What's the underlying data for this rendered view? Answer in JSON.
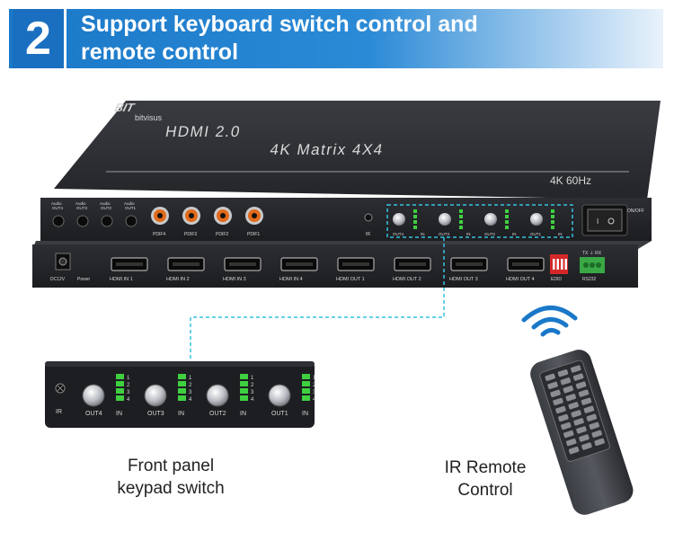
{
  "banner": {
    "number": "2",
    "headline_line1": "Support keyboard switch control and",
    "headline_line2": "remote control",
    "accent_color": "#1a78c8"
  },
  "device": {
    "brand_logo": "BIT",
    "brand_name": "bitvisus",
    "title_line1": "HDMI 2.0",
    "title_line2": "4K Matrix 4X4",
    "spec": "4K 60Hz",
    "front_labels": [
      "Audio OUT4",
      "Audio OUT3",
      "Audio OUT2",
      "Audio OUT1"
    ],
    "spdif_labels": [
      "PDIF4",
      "PDIF3",
      "PDIF2",
      "PDIF1"
    ],
    "power_label": "ON/OFF",
    "back_power": [
      "DC12V",
      "Power"
    ],
    "ports": [
      "HDMI IN 1",
      "HDMI IN 2",
      "HDMI IN 3",
      "HDMI IN 4",
      "HDMI OUT 1",
      "HDMI OUT 2",
      "HDMI OUT 3",
      "HDMI OUT 4"
    ],
    "edid_label": "EDID",
    "rs232_label": "RS232",
    "rs232_pins": "TX ⏚ RX"
  },
  "panel": {
    "ir_label": "IR",
    "buttons": [
      "OUT4",
      "OUT3",
      "OUT2",
      "OUT1"
    ],
    "in_label": "IN",
    "led_numbers": [
      "1",
      "2",
      "3",
      "4"
    ]
  },
  "captions": {
    "front_line1": "Front panel",
    "front_line2": "keypad switch",
    "ir_line1": "IR Remote",
    "ir_line2": "Control"
  },
  "colors": {
    "device_body": "#2a2c30",
    "led_green": "#3fd040",
    "dashed_line": "#35c2e0"
  }
}
